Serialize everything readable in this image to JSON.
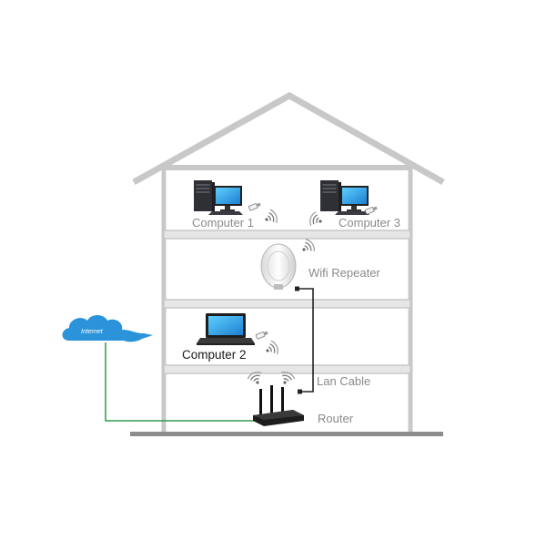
{
  "labels": {
    "computer_1": "Computer 1",
    "computer_3": "Computer 3",
    "wifi_repeater": "Wifi Repeater",
    "computer_2": "Computer 2",
    "lan_cable": "Lan Cable",
    "router": "Router",
    "internet": "Internet"
  },
  "colors": {
    "house_outline": "#c8c8c8",
    "floor_fill": "#e6e6e6",
    "ground": "#8c8c8c",
    "cloud": "#2b93d9",
    "internet_cable": "#2e9b4c",
    "lan_cable": "#222222",
    "label_grey": "#8a8a8a",
    "label_dark": "#1a1a1a"
  },
  "icons": {
    "desktop": "desktop-computer-icon",
    "laptop": "laptop-icon",
    "repeater": "wifi-repeater-icon",
    "router": "router-icon",
    "signal": "wifi-signal-icon",
    "cloud": "internet-cloud-icon"
  }
}
